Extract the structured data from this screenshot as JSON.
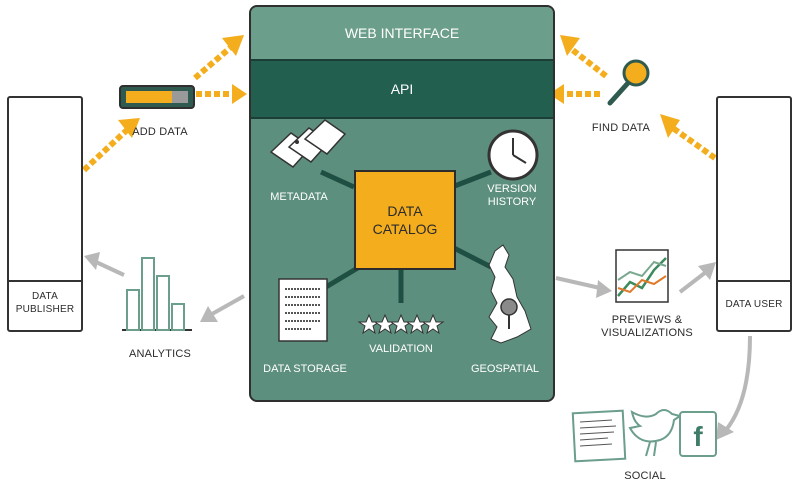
{
  "panel": {
    "web_interface": "WEB INTERFACE",
    "api": "API",
    "catalog_line1": "DATA",
    "catalog_line2": "CATALOG",
    "metadata": "METADATA",
    "version_line1": "VERSION",
    "version_line2": "HISTORY",
    "data_storage": "DATA STORAGE",
    "validation": "VALIDATION",
    "geospatial": "GEOSPATIAL"
  },
  "publisher": {
    "line1": "DATA",
    "line2": "PUBLISHER"
  },
  "user": {
    "label": "DATA USER"
  },
  "add_data": "ADD DATA",
  "find_data": "FIND DATA",
  "analytics": "ANALYTICS",
  "previews_line1": "PREVIEWS &",
  "previews_line2": "VISUALIZATIONS",
  "social": "SOCIAL",
  "colors": {
    "panel": "#5d8f7f",
    "api": "#225f4f",
    "accent": "#f4ae1d",
    "grey_arrow": "#b8b8b8"
  },
  "icons": [
    "tag-icon",
    "clock-icon",
    "document-icon",
    "star-icon",
    "map-pin-icon",
    "magnifier-icon",
    "progress-bar-icon",
    "bar-chart-icon",
    "line-chart-icon",
    "twitter-bird-icon",
    "facebook-icon",
    "person-at-laptop-icon"
  ]
}
